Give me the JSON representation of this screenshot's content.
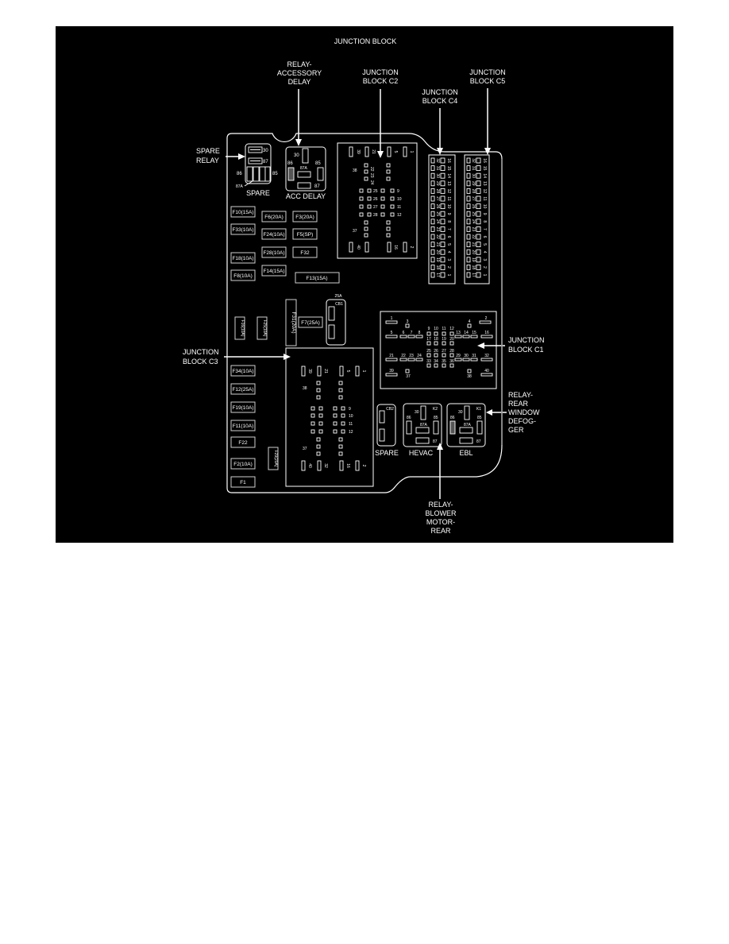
{
  "title": "JUNCTION BLOCK",
  "colors": {
    "background": "#000000",
    "line": "#ffffff",
    "housing_edge": "#9a9a9a",
    "page": "#ffffff"
  },
  "callouts": {
    "relay_accessory_delay": [
      "RELAY-",
      "ACCESSORY",
      "DELAY"
    ],
    "junction_block_c2": [
      "JUNCTION",
      "BLOCK C2"
    ],
    "junction_block_c4": [
      "JUNCTION",
      "BLOCK C4"
    ],
    "junction_block_c5": [
      "JUNCTION",
      "BLOCK C5"
    ],
    "spare_relay": [
      "SPARE",
      "RELAY"
    ],
    "junction_block_c3": [
      "JUNCTION",
      "BLOCK C3"
    ],
    "junction_block_c1": [
      "JUNCTION",
      "BLOCK C1"
    ],
    "relay_rear_window_defogger": [
      "RELAY-",
      "REAR",
      "WINDOW",
      "DEFOG-",
      "GER"
    ],
    "relay_blower_motor_rear": [
      "RELAY-",
      "BLOWER",
      "MOTOR-",
      "REAR"
    ]
  },
  "relays": {
    "spare": {
      "label": "SPARE",
      "pins": [
        "30",
        "87",
        "86",
        "85",
        "87A"
      ]
    },
    "acc_delay": {
      "label": "ACC DELAY",
      "pins": [
        "30",
        "86",
        "87A",
        "85",
        "87"
      ]
    },
    "hevac": {
      "label": "HEVAC",
      "id": "K2",
      "pins": [
        "30",
        "86",
        "87A",
        "85",
        "87"
      ]
    },
    "ebl": {
      "label": "EBL",
      "id": "K1",
      "pins": [
        "30",
        "86",
        "87A",
        "85",
        "87"
      ]
    },
    "cb2": {
      "label": "SPARE",
      "id": "CB2"
    },
    "cb1": {
      "id": "CB1",
      "rating": "25A"
    }
  },
  "fuses": {
    "f10": "F10(15A)",
    "f33": "F33(10A)",
    "f18": "F18(10A)",
    "f8": "F8(10A)",
    "f6": "F6(20A)",
    "f3": "F3(20A)",
    "f24": "F24(10A)",
    "f5": "F5(SP)",
    "f28": "F28(10A)",
    "f32": "F32",
    "f14": "F14(15A)",
    "f13": "F13(15A)",
    "f16": "F16(10A)",
    "f25": "F25(10A)",
    "f31": "F31(20A)",
    "f7": "F7(25A)",
    "f34": "F34(10A)",
    "f12": "F12(25A)",
    "f19": "F19(10A)",
    "f11": "F11(10A)",
    "f22": "F22",
    "f2": "F2(10A)",
    "f1": "F1",
    "f29": "F29(20A)"
  },
  "connectors": {
    "c1": {
      "row1": [
        "1",
        "3",
        "4",
        "2"
      ],
      "row2": [
        "5",
        "6",
        "7",
        "8",
        "9",
        "10",
        "11",
        "12",
        "13",
        "14",
        "15",
        "16"
      ],
      "row2b": [
        "17",
        "18",
        "19",
        "20"
      ],
      "row3": [
        "25",
        "26",
        "27",
        "28"
      ],
      "row4": [
        "21",
        "22",
        "23",
        "24",
        "29",
        "30",
        "31",
        "32"
      ],
      "row4b": [
        "33",
        "34",
        "35",
        "36"
      ],
      "row5": [
        "39",
        "37",
        "38",
        "40"
      ]
    },
    "c2_c3": {
      "top": [
        "39",
        "21",
        "5",
        "1"
      ],
      "left_mid": [
        "22",
        "23",
        "24"
      ],
      "right_mid": [
        "6",
        "7",
        "8",
        "3"
      ],
      "center_left": [
        "33",
        "34",
        "35",
        "36"
      ],
      "center_labels": [
        "25",
        "26",
        "27",
        "28"
      ],
      "center_right": [
        "17",
        "18",
        "19",
        "20"
      ],
      "far_right": [
        "9",
        "10",
        "11",
        "12"
      ],
      "lower_left": [
        "29",
        "30",
        "31"
      ],
      "lower_right": [
        "13",
        "14",
        "15",
        "4"
      ],
      "bottom": [
        "40",
        "32",
        "16",
        "2"
      ],
      "side": [
        "38",
        "37"
      ]
    },
    "c4_c5": {
      "left": [
        "32",
        "31",
        "30",
        "29",
        "28",
        "27",
        "26",
        "25",
        "24",
        "23",
        "22",
        "21",
        "20",
        "19",
        "18",
        "17"
      ],
      "right": [
        "16",
        "15",
        "14",
        "13",
        "12",
        "11",
        "10",
        "9",
        "8",
        "7",
        "6",
        "5",
        "4",
        "3",
        "2",
        "1"
      ]
    }
  }
}
